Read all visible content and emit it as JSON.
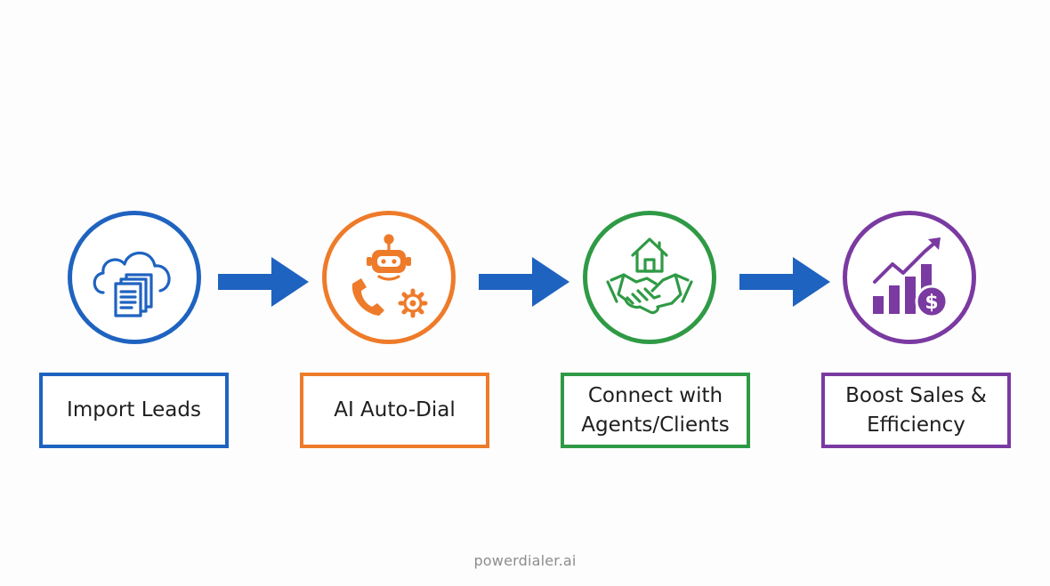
{
  "steps": [
    {
      "label_lines": [
        "Import Leads"
      ],
      "color": "#1f63c0",
      "icon": "cloud-documents-icon"
    },
    {
      "label_lines": [
        "AI Auto-Dial"
      ],
      "color": "#ee7b2a",
      "icon": "robot-phone-gear-icon"
    },
    {
      "label_lines": [
        "Connect with",
        "Agents/Clients"
      ],
      "color": "#2f9a45",
      "icon": "house-handshake-icon"
    },
    {
      "label_lines": [
        "Boost Sales &",
        "Efficiency"
      ],
      "color": "#7a3aa1",
      "icon": "growth-chart-dollar-icon"
    }
  ],
  "arrow_color": "#1f63c0",
  "footer": {
    "brand": "powerdialer.ai"
  }
}
